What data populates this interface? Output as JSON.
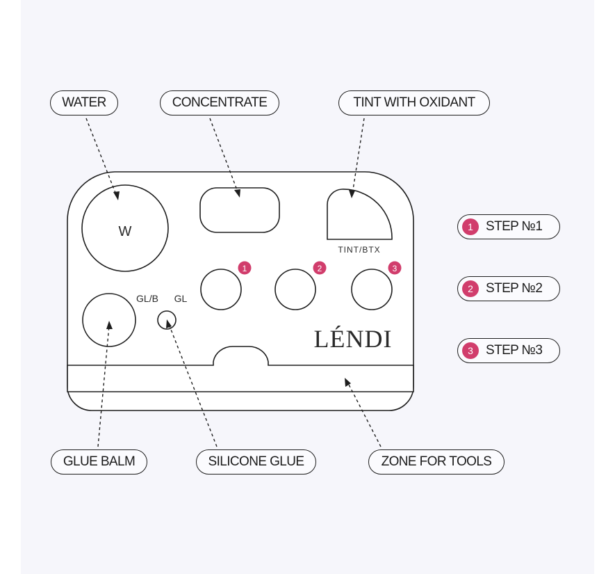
{
  "labels": {
    "water": "WATER",
    "concentrate": "CONCENTRATE",
    "tint": "TINT WITH OXIDANT",
    "glue_balm": "GLUE BALM",
    "silicone_glue": "SILICONE GLUE",
    "zone_tools": "ZONE FOR TOOLS"
  },
  "palette_marks": {
    "water_well": "W",
    "tint_caption": "TINT/BTX",
    "glue_balm_mark": "GL/B",
    "silicone_mark": "GL",
    "brand": "LÉNDI",
    "step_badges": [
      "1",
      "2",
      "3"
    ]
  },
  "legend": [
    {
      "num": "1",
      "label": "STEP №1"
    },
    {
      "num": "2",
      "label": "STEP №2"
    },
    {
      "num": "3",
      "label": "STEP №3"
    }
  ],
  "colors": {
    "accent": "#d13d6c",
    "stroke": "#1e1e1e",
    "background": "#f6f6fb"
  }
}
